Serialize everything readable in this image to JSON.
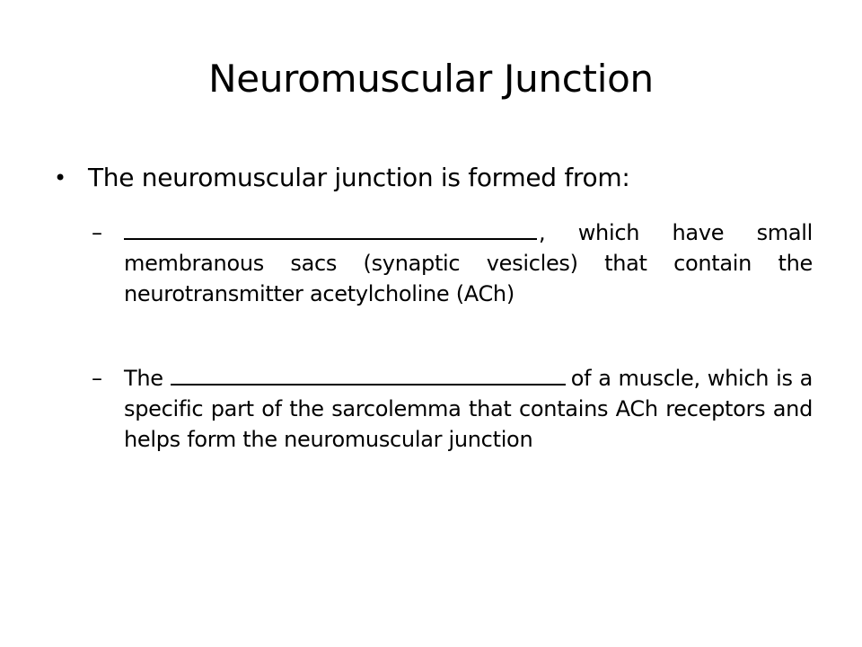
{
  "slide": {
    "title": "Neuromuscular Junction",
    "bullets": [
      {
        "marker": "•",
        "text": "The neuromuscular junction is formed from:",
        "sub_items": [
          {
            "dash": "–",
            "before": "",
            "after": ", which have small membranous sacs (synaptic vesicles) that contain the neurotransmitter acetylcholine (ACh)"
          },
          {
            "dash": "–",
            "before": "The",
            "after": "of a muscle, which is a specific part of the sarcolemma that contains ACh receptors and helps form the neuromuscular junction"
          }
        ]
      }
    ]
  }
}
